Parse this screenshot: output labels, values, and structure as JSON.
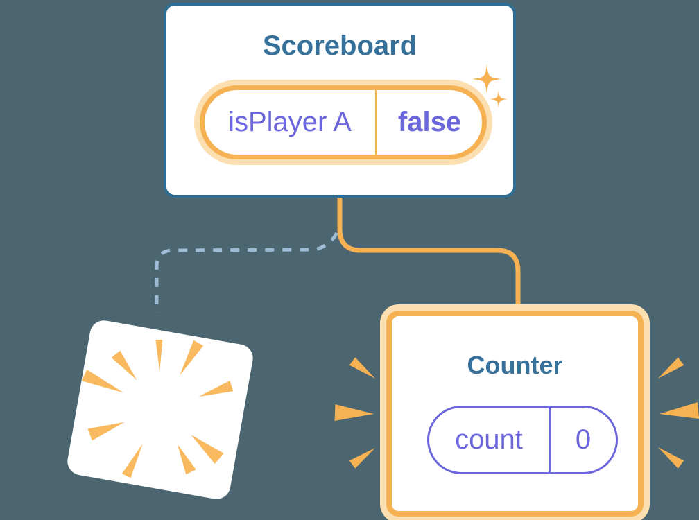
{
  "scoreboard": {
    "title": "Scoreboard",
    "state": {
      "name": "isPlayer A",
      "value": "false"
    }
  },
  "counter": {
    "title": "Counter",
    "state": {
      "name": "count",
      "value": "0"
    }
  },
  "colors": {
    "background": "#4B6670",
    "card_border_blue": "#2F6E94",
    "component_title": "#35719A",
    "state_purple": "#6B66DC",
    "highlight_orange": "#F6B152",
    "highlight_glow": "#FBDFB0",
    "dashed_connector_blue": "#9DBBD4",
    "burst_orange": "#F8B95F",
    "card_fill": "#FFFFFF"
  },
  "icons": {
    "sparkles": "sparkle-icon",
    "poof_burst": "poof-burst-icon",
    "emphasis_rays": "emphasis-rays-icon"
  }
}
